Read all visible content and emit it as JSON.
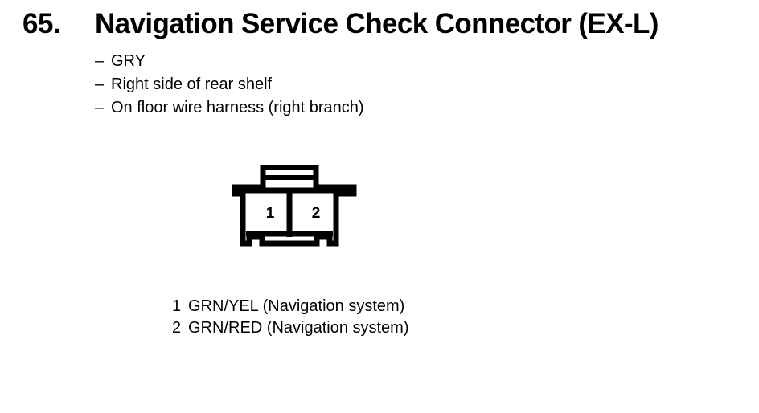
{
  "heading": {
    "number": "65.",
    "title": "Navigation Service Check Connector (EX-L)"
  },
  "specs": {
    "dash": "–",
    "items": [
      {
        "text": "GRY"
      },
      {
        "text": "Right side of rear shelf"
      },
      {
        "text": "On floor wire harness (right branch)"
      }
    ]
  },
  "connector": {
    "cavity_count": 2,
    "pins": [
      {
        "number": "1"
      },
      {
        "number": "2"
      }
    ],
    "line_color": "#000000",
    "fill_color": "#ffffff"
  },
  "legend": {
    "rows": [
      {
        "pin": "1",
        "desc": "GRN/YEL (Navigation system)"
      },
      {
        "pin": "2",
        "desc": "GRN/RED (Navigation system)"
      }
    ]
  }
}
